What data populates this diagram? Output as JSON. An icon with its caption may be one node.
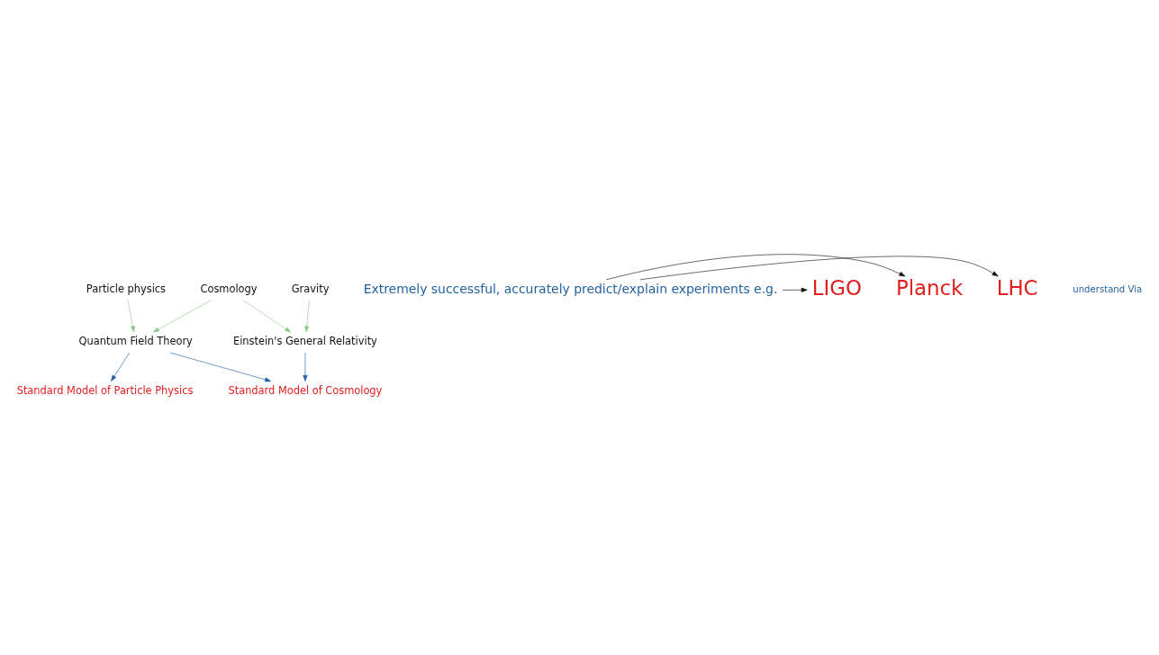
{
  "diagram": {
    "nodes": [
      {
        "text": [
          "Particle physics"
        ]
      },
      {
        "text": [
          "Cosmology"
        ]
      },
      {
        "text": [
          "Gravity"
        ]
      },
      {
        "text": [
          "Quantum Field Theory"
        ]
      },
      {
        "text": [
          "Einstein's General Relativity"
        ]
      },
      {
        "text": [
          "Standard Model of Particle Physics"
        ]
      },
      {
        "text": [
          "Standard Model of Cosmology"
        ]
      },
      {
        "text": [
          "Extremely successful, accurately predict/explain experiments e.g."
        ]
      },
      {
        "text": [
          "LHC"
        ]
      },
      {
        "text": [
          "Planck"
        ]
      },
      {
        "text": [
          "LIGO"
        ]
      }
    ],
    "edges": [
      {
        "from": 0,
        "to": 3,
        "arrow": "to",
        "color": "#8cc98c"
      },
      {
        "from": 1,
        "to": 3,
        "arrow": "to",
        "color": "#8cc98c"
      },
      {
        "from": 1,
        "to": 4,
        "arrow": "to",
        "color": "#8cc98c"
      },
      {
        "from": 2,
        "to": 4,
        "arrow": "to",
        "color": "#8cc98c"
      },
      {
        "from": 3,
        "to": 5,
        "arrow": "to",
        "color": "#1f5f9f"
      },
      {
        "from": 3,
        "to": 6,
        "arrow": "to",
        "color": "#1f5f9f"
      },
      {
        "from": 4,
        "to": 6,
        "arrow": "to",
        "color": "#1f5f9f"
      },
      {
        "from": 7,
        "to": 8,
        "arrow": "to",
        "color": "#111111"
      },
      {
        "from": 7,
        "to": 9,
        "arrow": "to",
        "color": "#111111"
      },
      {
        "from": 7,
        "to": 10,
        "arrow": "to",
        "color": "#111111"
      }
    ],
    "labels": [
      "understand Via"
    ]
  }
}
